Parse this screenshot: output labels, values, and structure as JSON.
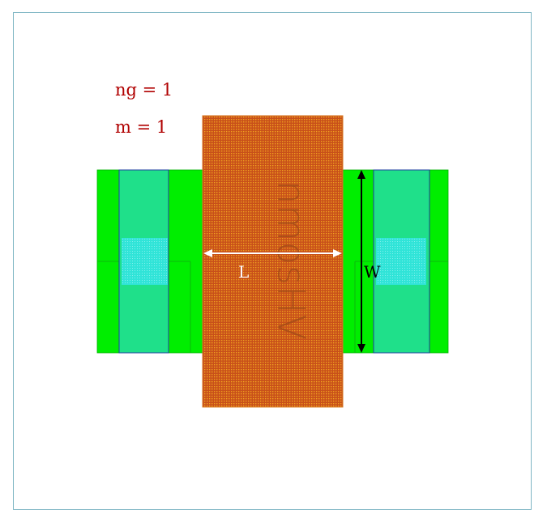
{
  "params": {
    "ng": "ng = 1",
    "m": "m = 1"
  },
  "labels": {
    "device": "nmosHV",
    "length": "L",
    "width": "W"
  },
  "colors": {
    "frame": "#7fb6c4",
    "param_text": "#b00000",
    "diffusion": "#00ee00",
    "contact_region": "#1fe08a",
    "contact_border": "#2040a0",
    "via": "#20dcd0",
    "poly": "#c8501a",
    "poly_dots": "#f0a020",
    "arrow_l": "#ffffff",
    "arrow_w": "#000000"
  }
}
